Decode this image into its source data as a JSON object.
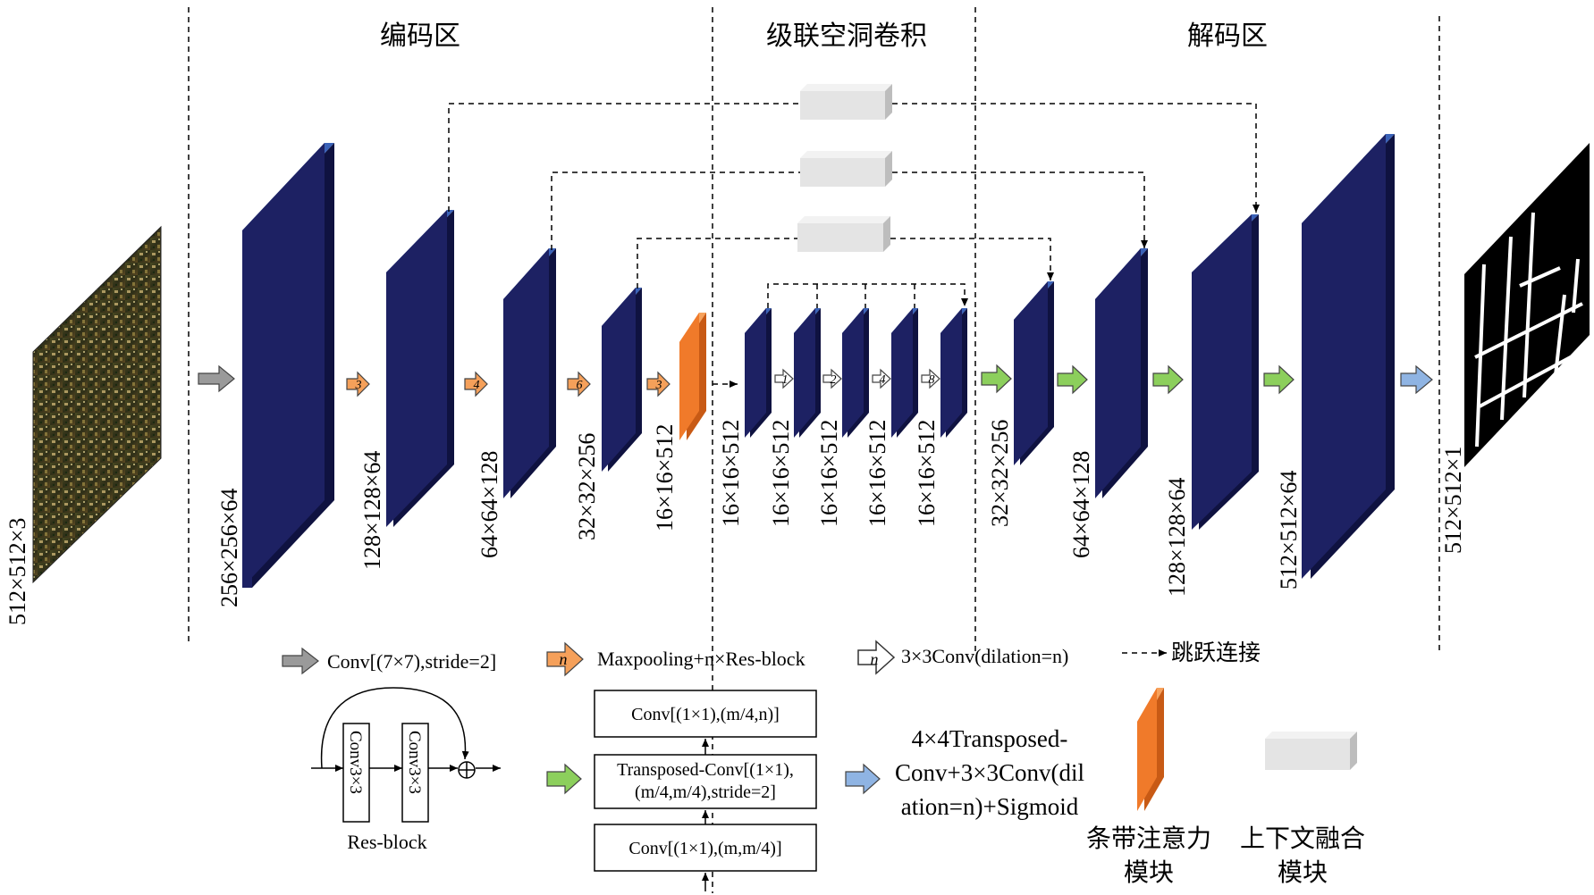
{
  "sections": {
    "encoder": "编码区",
    "cascade": "级联空洞卷积",
    "decoder": "解码区"
  },
  "dims": {
    "input": "512×512×3",
    "e1": "256×256×64",
    "e2": "128×128×64",
    "e3": "64×64×128",
    "e4": "32×32×256",
    "att": "16×16×512",
    "c1": "16×16×512",
    "c2": "16×16×512",
    "c3": "16×16×512",
    "c4": "16×16×512",
    "c5": "16×16×512",
    "d1": "32×32×256",
    "d2": "64×64×128",
    "d3": "128×128×64",
    "d4": "512×512×64",
    "output": "512×512×1"
  },
  "arrow_numbers": {
    "pool1": "3",
    "pool2": "4",
    "pool3": "6",
    "pool4": "3",
    "dil1": "1",
    "dil2": "2",
    "dil3": "4",
    "dil4": "8"
  },
  "legend": {
    "conv": "Conv[(7×7),stride=2]",
    "maxpool": "Maxpooling+n×Res-block",
    "maxpool_n": "n",
    "dilated": "3×3Conv(dilation=n)",
    "dilated_n": "n",
    "skip": "跳跃连接",
    "resblock_conv1": "Conv3×3",
    "resblock_conv2": "Conv3×3",
    "resblock_label": "Res-block",
    "dec_top": "Conv[(1×1),(m/4,n)]",
    "dec_mid1": "Transposed-Conv[(1×1),",
    "dec_mid2": "(m/4,m/4),stride=2]",
    "dec_bot": "Conv[(1×1),(m,m/4)]",
    "final1": "4×4Transposed-",
    "final2": "Conv+3×3Conv(dil",
    "final3": "ation=n)+Sigmoid",
    "attention1": "条带注意力",
    "attention2": "模块",
    "context1": "上下文融合",
    "context2": "模块"
  },
  "colors": {
    "block_front": "#1d2163",
    "block_side": "#0f1240",
    "block_top": "#3a62b8",
    "attention_front": "#f07a2a",
    "attention_top": "#f7a25c",
    "context_front": "#e4e4e4",
    "context_side": "#bdbdbd",
    "arrow_gray": "#9a9a9a",
    "arrow_orange": "#f5a05a",
    "arrow_green": "#8ccf5c",
    "arrow_blue": "#8fb4e3"
  }
}
